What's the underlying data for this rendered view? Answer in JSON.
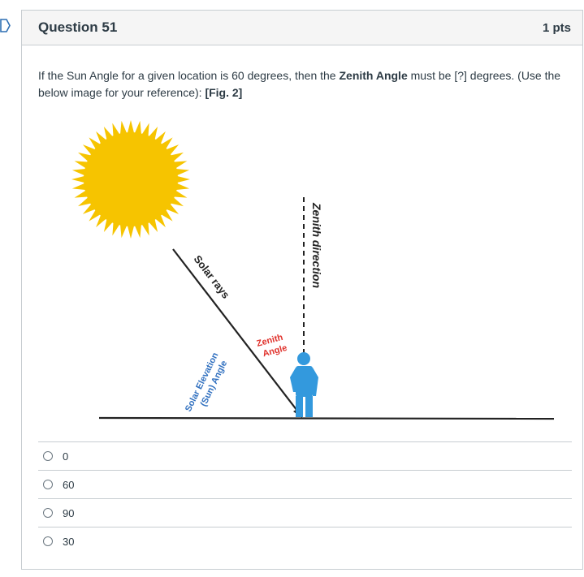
{
  "question": {
    "title": "Question 51",
    "points": "1 pts",
    "text_part1": "If the Sun Angle for a given location is 60 degrees, then the ",
    "text_bold1": "Zenith Angle",
    "text_part2": " must be [?] degrees. (Use the below image for your reference):  ",
    "text_bold2": "[Fig. 2]"
  },
  "figure": {
    "label_solar_rays": "Solar rays",
    "label_zenith_direction": "Zenith direction",
    "label_zenith_angle_line1": "Zenith",
    "label_zenith_angle_line2": "Angle",
    "label_elevation_line1": "Solar Elevation",
    "label_elevation_line2": "(Sun) Angle",
    "colors": {
      "sun": "#f6c400",
      "person": "#3399dd",
      "zenith_label": "#e0322c",
      "elevation_label": "#2f6fbf"
    }
  },
  "answers": [
    {
      "label": "0"
    },
    {
      "label": "60"
    },
    {
      "label": "90"
    },
    {
      "label": "30"
    }
  ]
}
